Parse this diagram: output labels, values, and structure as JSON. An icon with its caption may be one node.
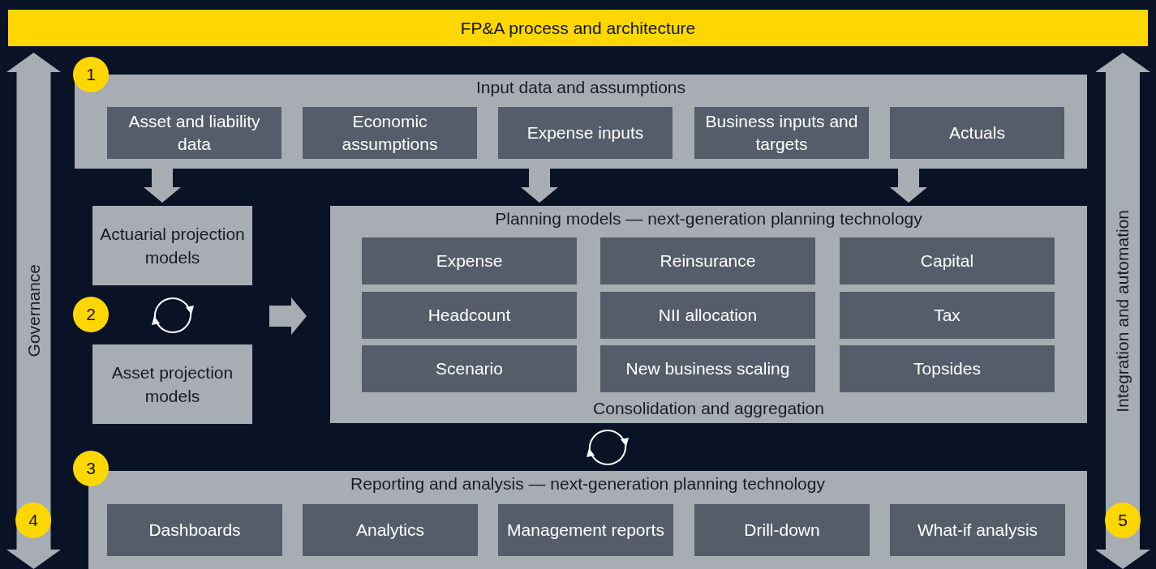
{
  "diagram": {
    "title": "FP&A process and architecture",
    "nodes": [
      {
        "text": [
          "1"
        ]
      },
      {
        "text": [
          "Input data and assumptions"
        ]
      },
      {
        "text": [
          "Asset and liability data"
        ],
        "in": 1
      },
      {
        "text": [
          "Economic assumptions"
        ],
        "in": 1
      },
      {
        "text": [
          "Expense inputs"
        ],
        "in": 1
      },
      {
        "text": [
          "Business inputs and targets"
        ],
        "in": 1
      },
      {
        "text": [
          "Actuals"
        ],
        "in": 1
      },
      {
        "text": [
          "Governance"
        ]
      },
      {
        "text": [
          "Integration and automation"
        ]
      },
      {
        "text": [
          "Actuarial projection models"
        ]
      },
      {
        "text": [
          "2"
        ]
      },
      {
        "text": [
          "Asset projection models"
        ]
      },
      {
        "text": [
          "Planning models — next-generation planning technology",
          "Consolidation and aggregation"
        ]
      },
      {
        "text": [
          "Expense"
        ],
        "in": 12
      },
      {
        "text": [
          "Reinsurance"
        ],
        "in": 12
      },
      {
        "text": [
          "Capital"
        ],
        "in": 12
      },
      {
        "text": [
          "Headcount"
        ],
        "in": 12
      },
      {
        "text": [
          "NII allocation"
        ],
        "in": 12
      },
      {
        "text": [
          "Tax"
        ],
        "in": 12
      },
      {
        "text": [
          "Scenario"
        ],
        "in": 12
      },
      {
        "text": [
          "New business scaling"
        ],
        "in": 12
      },
      {
        "text": [
          "Topsides"
        ],
        "in": 12
      },
      {
        "text": [
          "3"
        ]
      },
      {
        "text": [
          "Reporting and analysis — next-generation planning technology"
        ]
      },
      {
        "text": [
          "Dashboards"
        ],
        "in": 23
      },
      {
        "text": [
          "Analytics"
        ],
        "in": 23
      },
      {
        "text": [
          "Management reports"
        ],
        "in": 23
      },
      {
        "text": [
          "Drill-down"
        ],
        "in": 23
      },
      {
        "text": [
          "What-if analysis"
        ],
        "in": 23
      },
      {
        "text": [
          "4"
        ],
        "in": 7
      },
      {
        "text": [
          "5"
        ],
        "in": 8
      }
    ],
    "edges": [
      {
        "from": 1,
        "to": 9,
        "arrow": "to"
      },
      {
        "from": 1,
        "to": 12,
        "arrow": "to"
      },
      {
        "from": 1,
        "to": 12,
        "arrow": "to"
      },
      {
        "from": null,
        "to": 12,
        "arrow": "to"
      }
    ]
  }
}
